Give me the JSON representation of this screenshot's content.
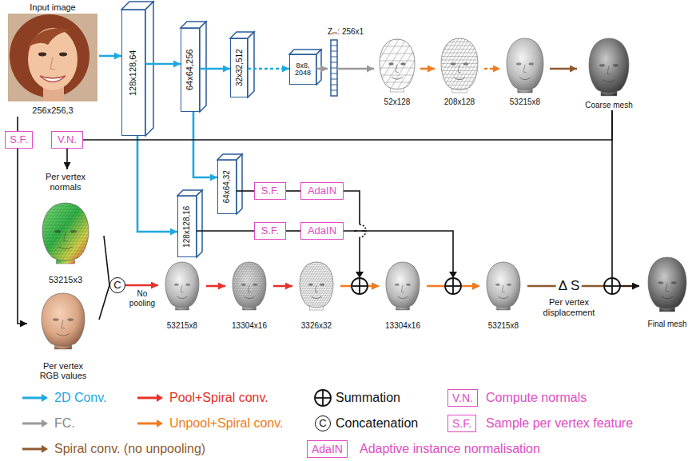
{
  "diagram": {
    "nodes": [
      {
        "text": [
          "Input image",
          "256x256,3"
        ]
      },
      {
        "text": [
          "128x128,64"
        ]
      },
      {
        "text": [
          "64x64,256"
        ]
      },
      {
        "text": [
          "32x32,512"
        ]
      },
      {
        "text": [
          "8x8, 2048"
        ]
      },
      {
        "text": [
          "Zₘ: 256x1"
        ]
      },
      {
        "text": [
          "52x128"
        ]
      },
      {
        "text": [
          "208x128"
        ]
      },
      {
        "text": [
          "53215x8"
        ]
      },
      {
        "text": [
          "Coarse mesh"
        ]
      },
      {
        "text": [
          "S.F."
        ]
      },
      {
        "text": [
          "V.N."
        ]
      },
      {
        "text": [
          "64x64,32"
        ]
      },
      {
        "text": [
          "S.F."
        ]
      },
      {
        "text": [
          "AdaIN"
        ]
      },
      {
        "text": [
          "128x128,16"
        ]
      },
      {
        "text": [
          "S.F."
        ]
      },
      {
        "text": [
          "AdaIN"
        ]
      },
      {
        "text": [
          "Per vertex normals",
          "53215x3"
        ]
      },
      {
        "text": [
          "Per vertex RGB values"
        ]
      },
      {
        "text": [
          "C"
        ]
      },
      {
        "text": [
          "53215x8"
        ]
      },
      {
        "text": [
          "13304x16"
        ]
      },
      {
        "text": [
          "3326x32"
        ]
      },
      {
        "text": [
          "13304x16"
        ]
      },
      {
        "text": [
          "53215x8"
        ]
      },
      {
        "text": [
          "Final mesh"
        ]
      }
    ],
    "edges": [
      {
        "from": 0,
        "to": 1,
        "arrow": "to"
      },
      {
        "from": 1,
        "to": 2,
        "arrow": "to"
      },
      {
        "from": 2,
        "to": 3,
        "arrow": "to"
      },
      {
        "from": 3,
        "to": 4,
        "arrow": "to"
      },
      {
        "from": 4,
        "to": 5,
        "arrow": "to"
      },
      {
        "from": 5,
        "to": 6,
        "arrow": "to"
      },
      {
        "from": 6,
        "to": 7,
        "arrow": "to"
      },
      {
        "from": 7,
        "to": 8,
        "arrow": "to"
      },
      {
        "from": 8,
        "to": 9,
        "arrow": "to"
      },
      {
        "from": 1,
        "to": 15,
        "arrow": "to"
      },
      {
        "from": 2,
        "to": 12,
        "arrow": "to"
      },
      {
        "from": 0,
        "to": 10,
        "arrow": "none"
      },
      {
        "from": 10,
        "to": 19,
        "arrow": "to"
      },
      {
        "from": 9,
        "to": 11,
        "arrow": "none"
      },
      {
        "from": 11,
        "to": 18,
        "arrow": "to"
      },
      {
        "from": 12,
        "to": 13,
        "arrow": "none"
      },
      {
        "from": 13,
        "to": 14,
        "arrow": "none"
      },
      {
        "from": 14,
        "to": 24,
        "arrow": "to"
      },
      {
        "from": 15,
        "to": 16,
        "arrow": "none"
      },
      {
        "from": 16,
        "to": 17,
        "arrow": "none"
      },
      {
        "from": 17,
        "to": 25,
        "arrow": "to"
      },
      {
        "from": 18,
        "to": 20,
        "arrow": "none"
      },
      {
        "from": 19,
        "to": 20,
        "arrow": "none"
      },
      {
        "from": 20,
        "to": 21,
        "arrow": "to",
        "label": "No pooling"
      },
      {
        "from": 21,
        "to": 22,
        "arrow": "to"
      },
      {
        "from": 22,
        "to": 23,
        "arrow": "to"
      },
      {
        "from": 23,
        "to": 24,
        "arrow": "to"
      },
      {
        "from": 24,
        "to": 25,
        "arrow": "to"
      },
      {
        "from": 25,
        "to": 26,
        "arrow": "to",
        "label": "Δ S"
      },
      {
        "from": 9,
        "to": 26,
        "arrow": "to"
      }
    ],
    "labels": [
      "Per vertex displacement",
      "V.N.",
      "C",
      "S.F.",
      "AdaIN"
    ],
    "legend": [
      {
        "text": "2D Conv."
      },
      {
        "text": "Pool+Spiral conv."
      },
      {
        "text": "Summation"
      },
      {
        "text": "Compute normals"
      },
      {
        "text": "FC."
      },
      {
        "text": "Unpool+Spiral conv."
      },
      {
        "text": "Concatenation"
      },
      {
        "text": "Sample per vertex feature"
      },
      {
        "text": "Spiral conv. (no unpooling)"
      },
      {
        "text": "Adaptive instance normalisation"
      }
    ]
  }
}
